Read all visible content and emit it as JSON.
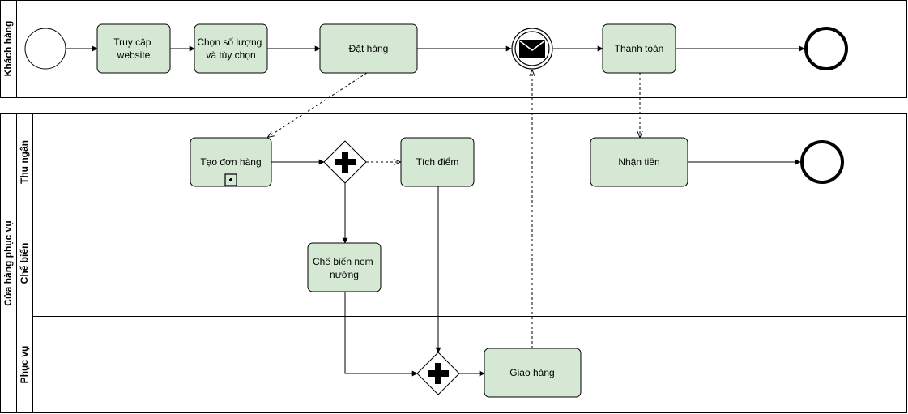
{
  "pools": {
    "customer": {
      "label": "Khách hàng"
    },
    "store": {
      "label": "Cửa hàng phục vụ",
      "lanes": {
        "cashier": {
          "label": "Thu ngân"
        },
        "kitchen": {
          "label": "Chế biến"
        },
        "service": {
          "label": "Phục vụ"
        }
      }
    }
  },
  "tasks": {
    "visit_website": {
      "lines": [
        "Truy cập",
        "website"
      ]
    },
    "choose_options": {
      "lines": [
        "Chọn số lượng",
        "và tùy chọn"
      ]
    },
    "place_order": {
      "lines": [
        "Đặt hàng"
      ]
    },
    "payment": {
      "lines": [
        "Thanh toán"
      ]
    },
    "create_order": {
      "lines": [
        "Tạo đơn hàng"
      ]
    },
    "loyalty_points": {
      "lines": [
        "Tích điểm"
      ]
    },
    "receive_money": {
      "lines": [
        "Nhận tiền"
      ]
    },
    "cook": {
      "lines": [
        "Chế biến nem",
        "nướng"
      ]
    },
    "deliver": {
      "lines": [
        "Giao hàng"
      ]
    }
  },
  "colors": {
    "task_fill": "#d5e8d4",
    "stroke": "#000000",
    "background": "#ffffff"
  }
}
